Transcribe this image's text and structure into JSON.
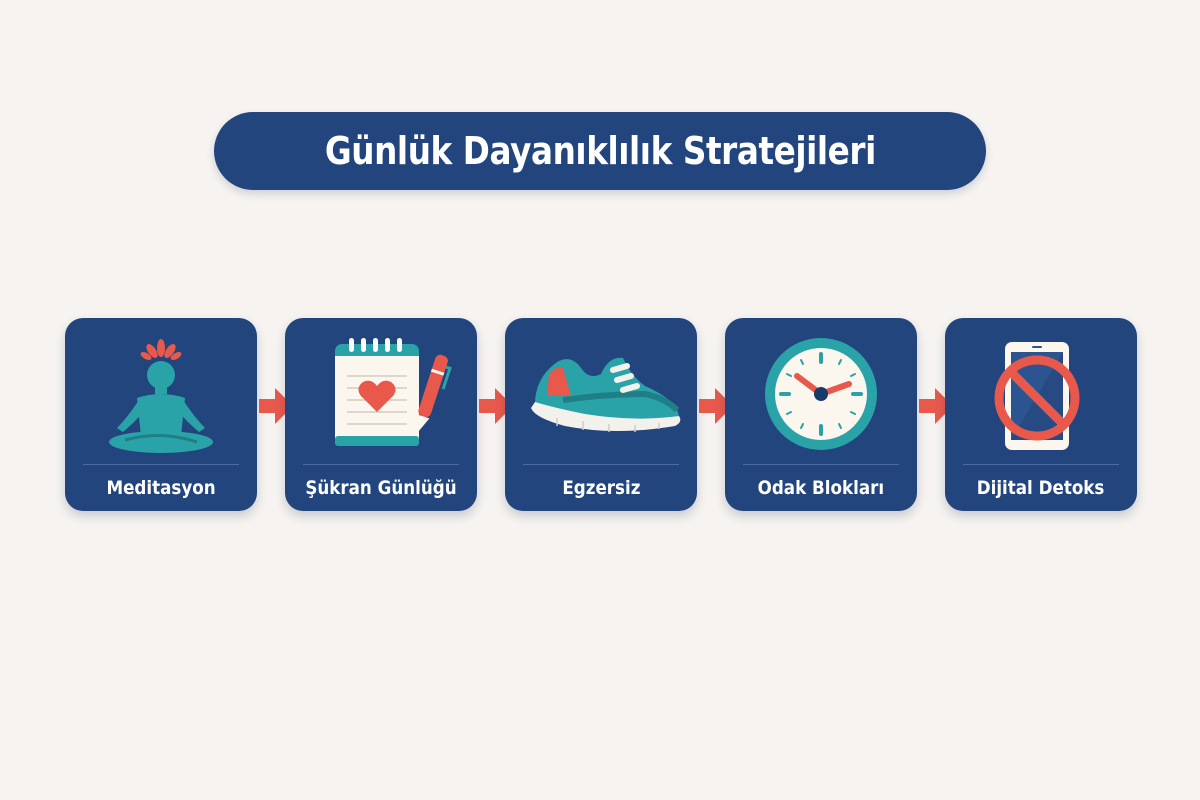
{
  "title": "Günlük Dayanıklılık Stratejileri",
  "colors": {
    "background": "#f6f3f0",
    "card": "#23457e",
    "accent_teal": "#2aa3a8",
    "accent_coral": "#e8594c",
    "text": "#ffffff"
  },
  "steps": [
    {
      "label": "Meditasyon",
      "icon": "meditation-icon"
    },
    {
      "label": "Şükran Günlüğü",
      "icon": "gratitude-journal-icon"
    },
    {
      "label": "Egzersiz",
      "icon": "sneaker-icon"
    },
    {
      "label": "Odak Blokları",
      "icon": "clock-icon"
    },
    {
      "label": "Dijital Detoks",
      "icon": "no-phone-icon"
    }
  ],
  "connectors": [
    "arrow-right-icon",
    "arrow-right-icon",
    "arrow-right-icon",
    "arrow-right-icon"
  ]
}
